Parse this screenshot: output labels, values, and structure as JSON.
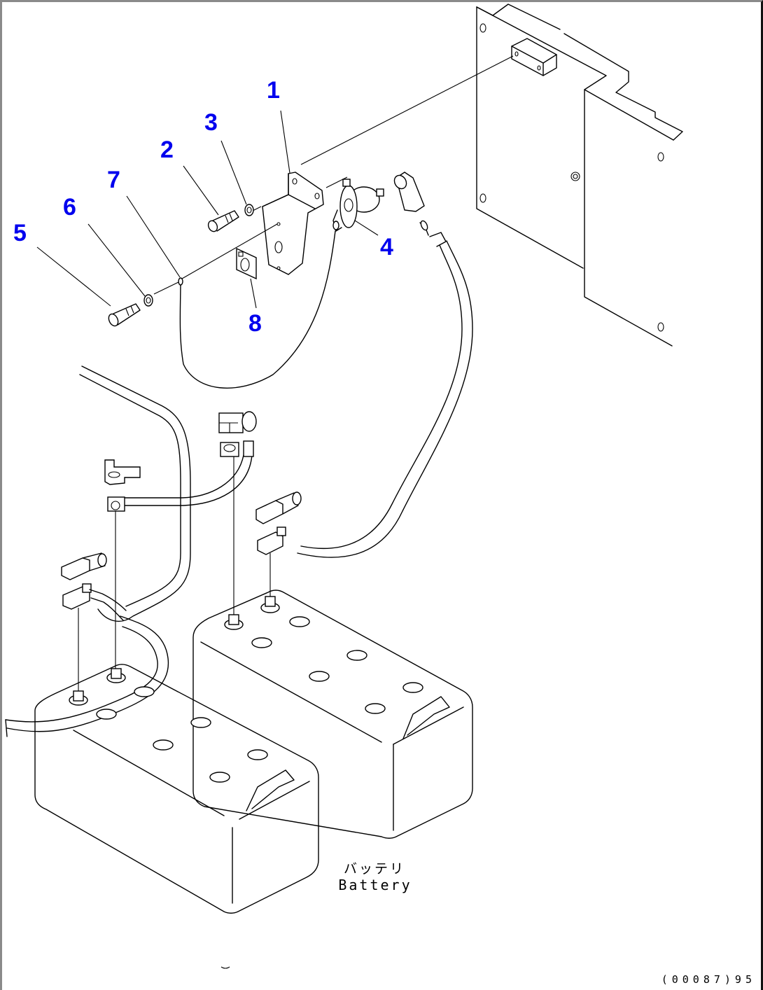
{
  "diagram": {
    "type": "exploded-parts-view",
    "subject": "Battery and battery disconnect switch wiring",
    "callouts": [
      {
        "number": "1",
        "part": "bracket"
      },
      {
        "number": "2",
        "part": "bolt"
      },
      {
        "number": "3",
        "part": "washer"
      },
      {
        "number": "4",
        "part": "switch"
      },
      {
        "number": "5",
        "part": "bolt"
      },
      {
        "number": "6",
        "part": "washer"
      },
      {
        "number": "7",
        "part": "cable terminal"
      },
      {
        "number": "8",
        "part": "plate"
      }
    ],
    "callout_color": "#0000ee",
    "caption": {
      "japanese": "バッテリ",
      "english": "Battery"
    },
    "drawing_code": "(00087)95"
  }
}
